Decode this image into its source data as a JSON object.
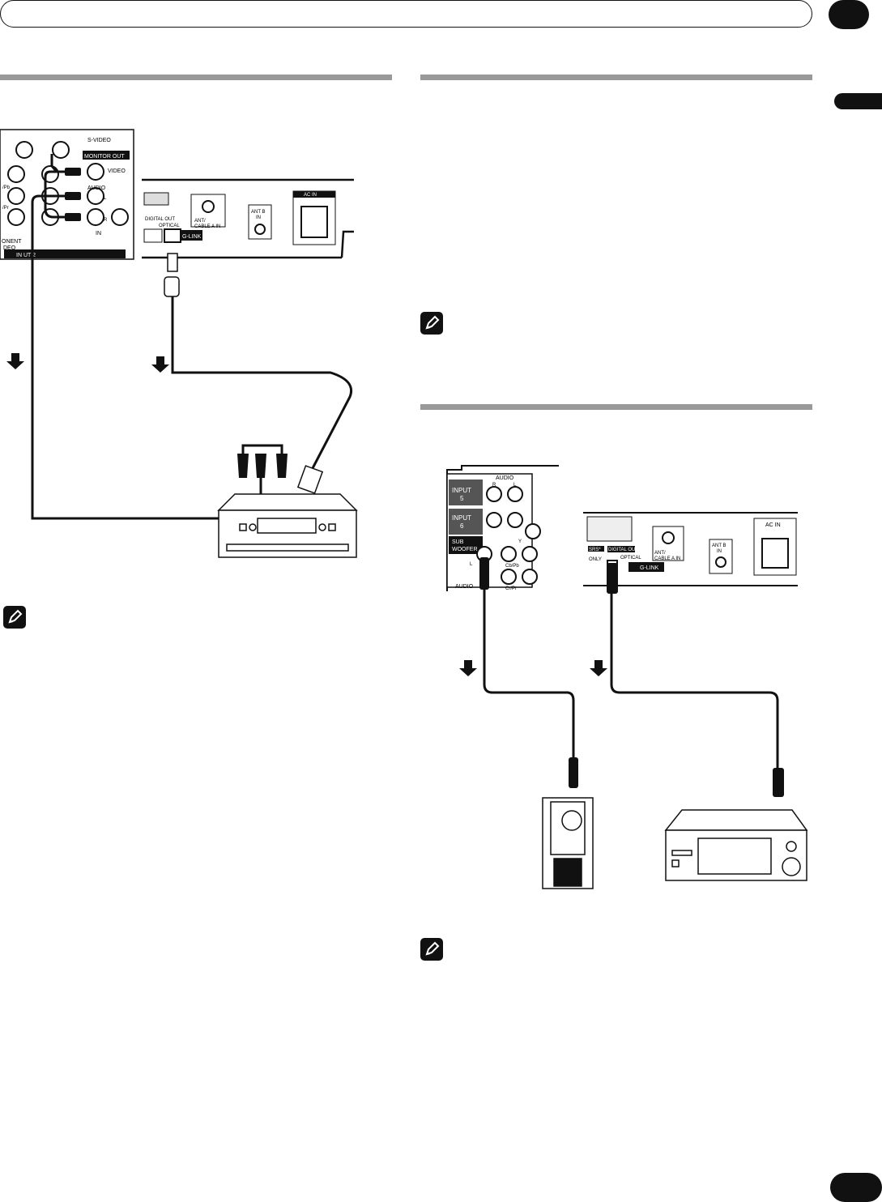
{
  "panel_labels": {
    "s_video": "S-VIDEO",
    "monitor_out": "MONITOR OUT",
    "video": "VIDEO",
    "audio": "AUDIO",
    "l": "L",
    "r": "R",
    "in": "IN",
    "component_video_a": "ONENT",
    "component_video_b": "DEO",
    "input_2": "IN UT 2",
    "pb": "/Pb",
    "pr": "/Pr",
    "digital_out": "DIGITAL OUT",
    "optical": "OPTICAL",
    "g_link": "G-LINK",
    "ant_cable_a_in_1": "ANT/",
    "ant_cable_a_in_2": "CABLE A IN",
    "ant_b_in_1": "ANT B",
    "ant_b_in_2": "IN",
    "ac_in": "AC IN",
    "audio_r": "R",
    "audio_l": "L",
    "input_5a": "INPUT",
    "input_5b": "5",
    "input_6a": "INPUT",
    "input_6b": "6",
    "sub_woofer_a": "SUB",
    "sub_woofer_b": "WOOFER",
    "y": "Y",
    "cb_pb": "Cb/Pb",
    "cr_pr": "Cr/Pr",
    "audio_bottom": "AUDIO",
    "only": "ONLY",
    "srs": "SRS*"
  },
  "icons": {
    "note": "pencil-note-icon",
    "arrow": "down-arrow-icon"
  }
}
